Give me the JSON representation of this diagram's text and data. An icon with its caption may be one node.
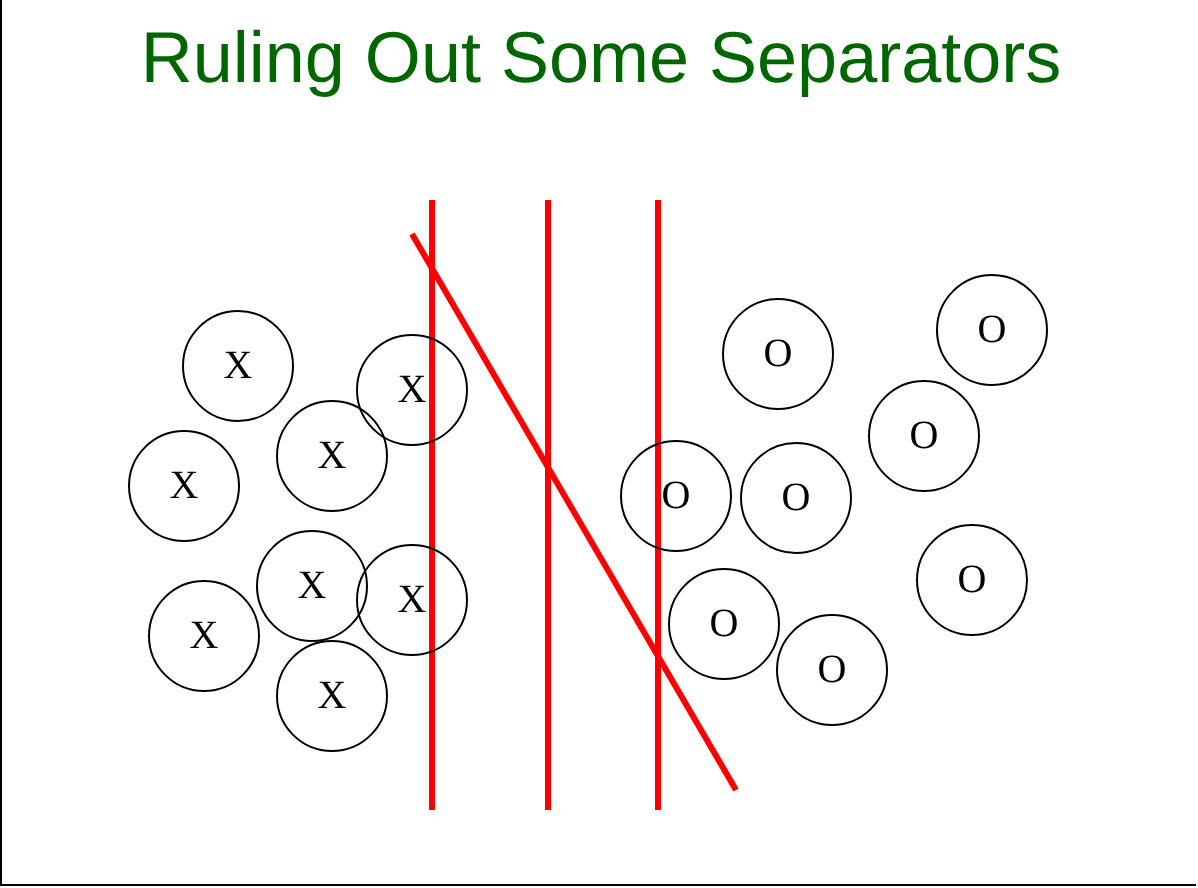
{
  "diagram": {
    "title": "Ruling Out Some Separators",
    "nodes": [
      {
        "text": [
          "X"
        ]
      },
      {
        "text": [
          "X"
        ]
      },
      {
        "text": [
          "X"
        ]
      },
      {
        "text": [
          "X"
        ]
      },
      {
        "text": [
          "X"
        ]
      },
      {
        "text": [
          "X"
        ]
      },
      {
        "text": [
          "X"
        ]
      },
      {
        "text": [
          "X"
        ]
      },
      {
        "text": [
          "O"
        ]
      },
      {
        "text": [
          "O"
        ]
      },
      {
        "text": [
          "O"
        ]
      },
      {
        "text": [
          "O"
        ]
      },
      {
        "text": [
          "O"
        ]
      },
      {
        "text": [
          "O"
        ]
      },
      {
        "text": [
          "O"
        ]
      },
      {
        "text": [
          "O"
        ]
      }
    ]
  }
}
